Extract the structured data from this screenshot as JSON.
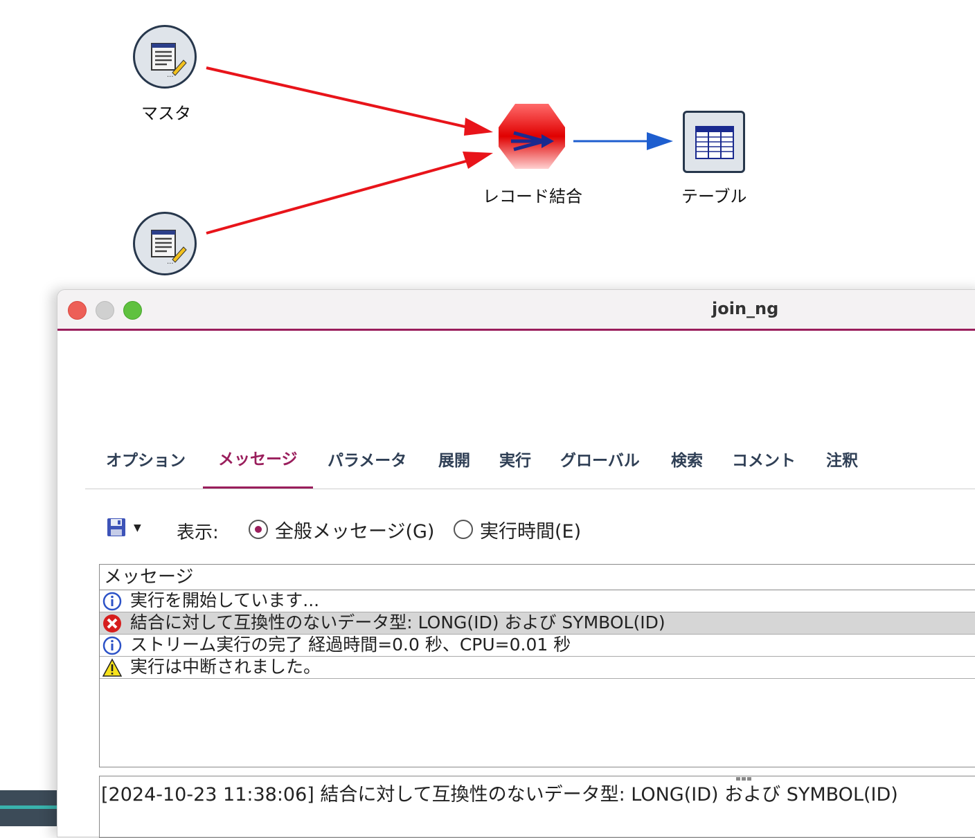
{
  "canvas": {
    "nodes": {
      "master": {
        "label": "マスタ",
        "icon": "edit-document-icon"
      },
      "second": {
        "label": "",
        "icon": "edit-document-icon"
      },
      "merge": {
        "label": "レコード結合",
        "icon": "merge-icon"
      },
      "table": {
        "label": "テーブル",
        "icon": "table-icon"
      }
    },
    "colors": {
      "error_link": "#e8141a",
      "ok_link": "#1e5ecf"
    }
  },
  "window": {
    "title": "join_ng",
    "accent": "#9a1e5c"
  },
  "tabs": [
    {
      "label": "オプション"
    },
    {
      "label": "メッセージ"
    },
    {
      "label": "パラメータ"
    },
    {
      "label": "展開"
    },
    {
      "label": "実行"
    },
    {
      "label": "グローバル"
    },
    {
      "label": "検索"
    },
    {
      "label": "コメント"
    },
    {
      "label": "注釈"
    }
  ],
  "active_tab": "メッセージ",
  "toolbar": {
    "save_icon": "save-icon",
    "show_label": "表示:",
    "radio_general": "全般メッセージ(G)",
    "radio_exec_time": "実行時間(E)",
    "selected": "全般メッセージ(G)"
  },
  "messages": {
    "header": "メッセージ",
    "rows": [
      {
        "icon": "info-icon",
        "text": "実行を開始しています..."
      },
      {
        "icon": "error-icon",
        "text": "結合に対して互換性のないデータ型: LONG(ID) および SYMBOL(ID)"
      },
      {
        "icon": "info-icon",
        "text": "ストリーム実行の完了 経過時間=0.0 秒、CPU=0.01 秒"
      },
      {
        "icon": "warning-icon",
        "text": "実行は中断されました。"
      }
    ]
  },
  "detail": {
    "text": "[2024-10-23 11:38:06] 結合に対して互換性のないデータ型: LONG(ID) および SYMBOL(ID)"
  }
}
